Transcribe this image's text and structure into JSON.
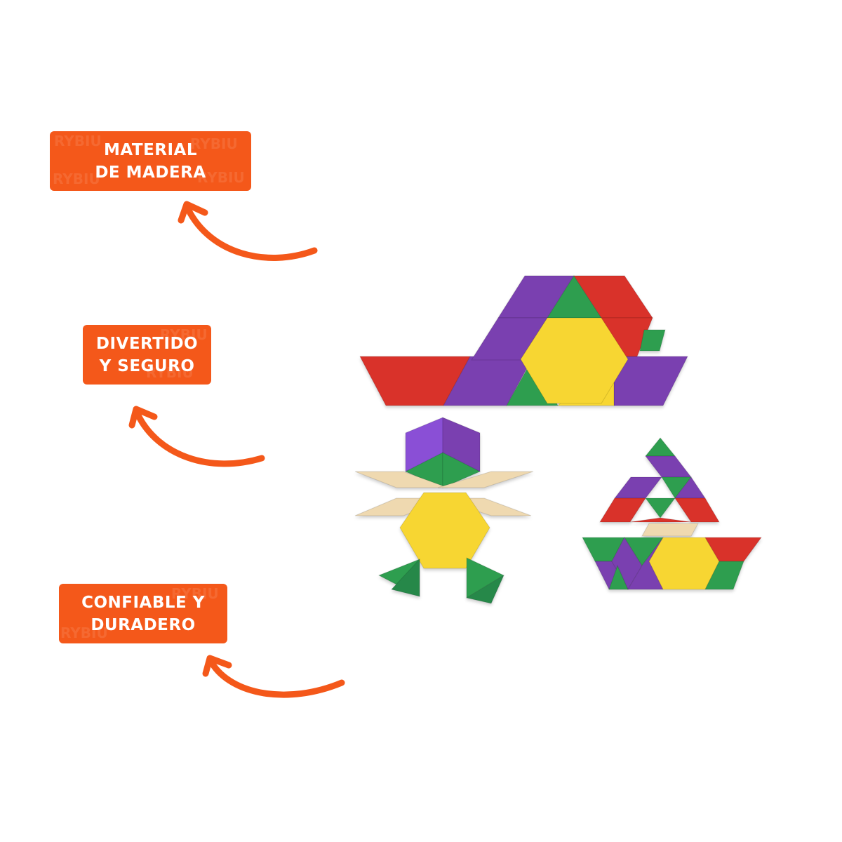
{
  "badges": [
    {
      "label": "MATERIAL\nDE MADERA"
    },
    {
      "label": "DIVERTIDO\nY SEGURO"
    },
    {
      "label": "CONFIABLE Y\nDURADERO"
    }
  ],
  "watermark": "RYBIU",
  "colors": {
    "accent": "#f4581a",
    "red": "#d9302a",
    "purple": "#7a3fb0",
    "green": "#2e9e4f",
    "yellow": "#f7d630",
    "wood": "#efd9b0"
  },
  "icons": [
    "curved-arrow-icon"
  ]
}
